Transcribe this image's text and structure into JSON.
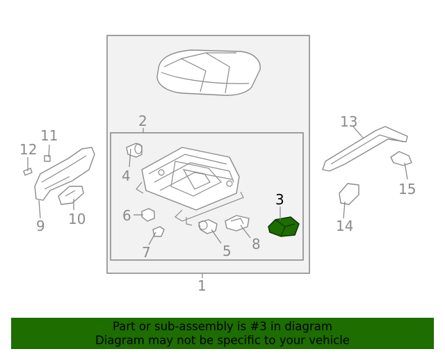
{
  "diagram": {
    "callouts": {
      "c1": "1",
      "c2": "2",
      "c3": "3",
      "c4": "4",
      "c5": "5",
      "c6": "6",
      "c7": "7",
      "c8": "8",
      "c9": "9",
      "c10": "10",
      "c11": "11",
      "c12": "12",
      "c13": "13",
      "c14": "14",
      "c15": "15"
    },
    "highlight_callout": "3",
    "colors": {
      "line": "#8a8a8a",
      "highlight_part": "#1d6d00",
      "banner_bg": "#1d6d00",
      "panel_bg": "#f2f2f2"
    }
  },
  "banner": {
    "line1": "Part or sub-assembly is #3 in diagram",
    "line2": "Diagram may not be specific to your vehicle"
  }
}
